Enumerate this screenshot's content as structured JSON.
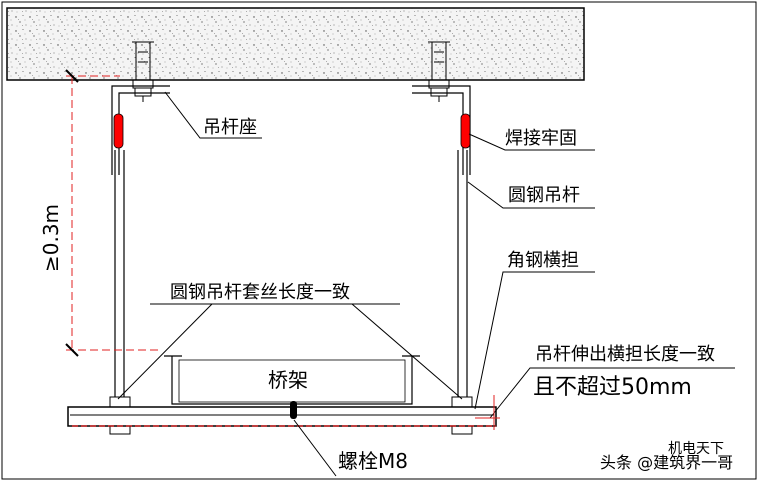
{
  "labels": {
    "rod_seat": "吊杆座",
    "weld": "焊接牢固",
    "round_steel_rod": "圆钢吊杆",
    "angle_bracket": "角钢横担",
    "thread_length_same": "圆钢吊杆套丝长度一致",
    "extension_line1": "吊杆伸出横担长度一致",
    "extension_line2": "且不超过50mm",
    "cable_tray": "桥架",
    "bolt": "螺栓M8",
    "height_dim": "≥0.3m"
  },
  "watermark": {
    "text": "头条 @建筑界一哥",
    "faint_text": "机电天下"
  },
  "colors": {
    "weld_red": "#ff0000",
    "dim_red": "#e02020",
    "line": "#000000"
  }
}
